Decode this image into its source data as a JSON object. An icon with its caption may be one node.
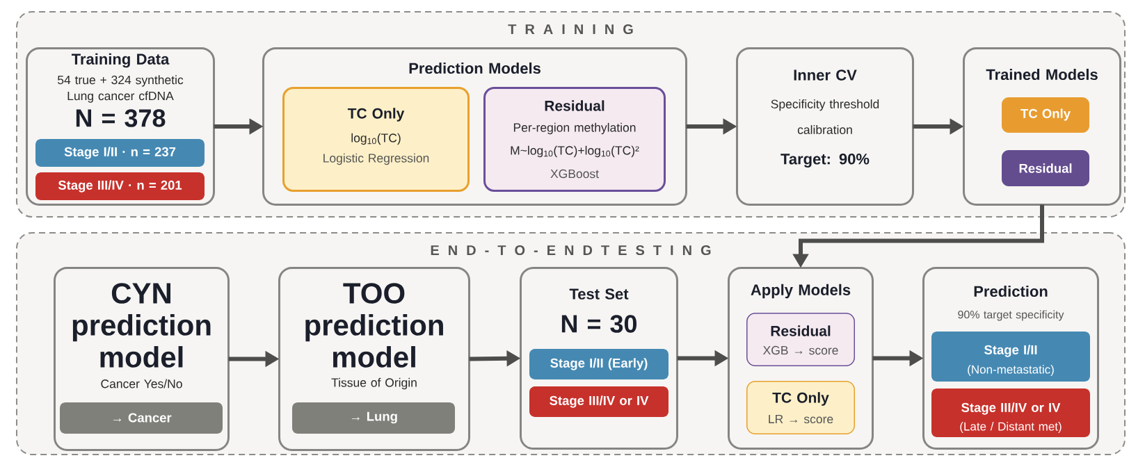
{
  "diagram": {
    "nodes": [
      {
        "text": [
          "T R A I N I N G"
        ]
      },
      {
        "text": [
          "Training Data",
          "54 true + 324 synthetic Lung cancer cfDNA",
          "N = 378"
        ],
        "in": 0
      },
      {
        "text": [
          "Stage I/II · n = 237"
        ],
        "in": 1
      },
      {
        "text": [
          "Stage III/IV · n = 201"
        ],
        "in": 1
      },
      {
        "text": [
          "Prediction Models"
        ],
        "in": 0
      },
      {
        "text": [
          "TC Only",
          "log$_{10}$(TC)",
          "Logistic Regression"
        ],
        "in": 4
      },
      {
        "text": [
          "Residual",
          "Per-region methylation",
          "M~log$_{10}$(TC)+log$_{10}$(TC)²",
          "XGBoost"
        ],
        "in": 4
      },
      {
        "text": [
          "Inner CV",
          "Specificity threshold calibration",
          "Target: 90%"
        ],
        "in": 0
      },
      {
        "text": [
          "Trained Models"
        ],
        "in": 0
      },
      {
        "text": [
          "TC Only"
        ],
        "in": 8
      },
      {
        "text": [
          "Residual"
        ],
        "in": 8
      },
      {
        "text": [
          "E N D - T O - E N D T E S T I N G"
        ]
      },
      {
        "text": [
          "CYN prediction model",
          "Cancer Yes/No"
        ],
        "in": 11
      },
      {
        "text": [
          "→ Cancer"
        ],
        "in": 12
      },
      {
        "text": [
          "TOO prediction model",
          "Tissue of Origin"
        ],
        "in": 11
      },
      {
        "text": [
          "→ Lung"
        ],
        "in": 14
      },
      {
        "text": [
          "Test Set",
          "N = 30"
        ],
        "in": 11
      },
      {
        "text": [
          "Stage I/II (Early)"
        ],
        "in": 16
      },
      {
        "text": [
          "Stage III/IV or IV"
        ],
        "in": 16
      },
      {
        "text": [
          "Apply Models"
        ],
        "in": 11
      },
      {
        "text": [
          "Residual",
          "XGB → score"
        ],
        "in": 19
      },
      {
        "text": [
          "TC Only",
          "LR → score"
        ],
        "in": 19
      },
      {
        "text": [
          "Prediction",
          "90% target specificity"
        ],
        "in": 11
      },
      {
        "text": [
          "Stage I/II",
          "(Non-metastatic)"
        ],
        "in": 22
      },
      {
        "text": [
          "Stage III/IV or IV",
          "(Late / Distant met)"
        ],
        "in": 22
      }
    ],
    "edges": [
      {
        "from": 1,
        "to": 4,
        "arrow": "to"
      },
      {
        "from": 4,
        "to": 7,
        "arrow": "to"
      },
      {
        "from": 7,
        "to": 8,
        "arrow": "to"
      },
      {
        "from": 8,
        "to": 19,
        "arrow": "to"
      },
      {
        "from": 12,
        "to": 14,
        "arrow": "to"
      },
      {
        "from": 14,
        "to": 16,
        "arrow": "to"
      },
      {
        "from": 16,
        "to": 19,
        "arrow": "to"
      },
      {
        "from": 19,
        "to": 22,
        "arrow": "to"
      }
    ]
  }
}
